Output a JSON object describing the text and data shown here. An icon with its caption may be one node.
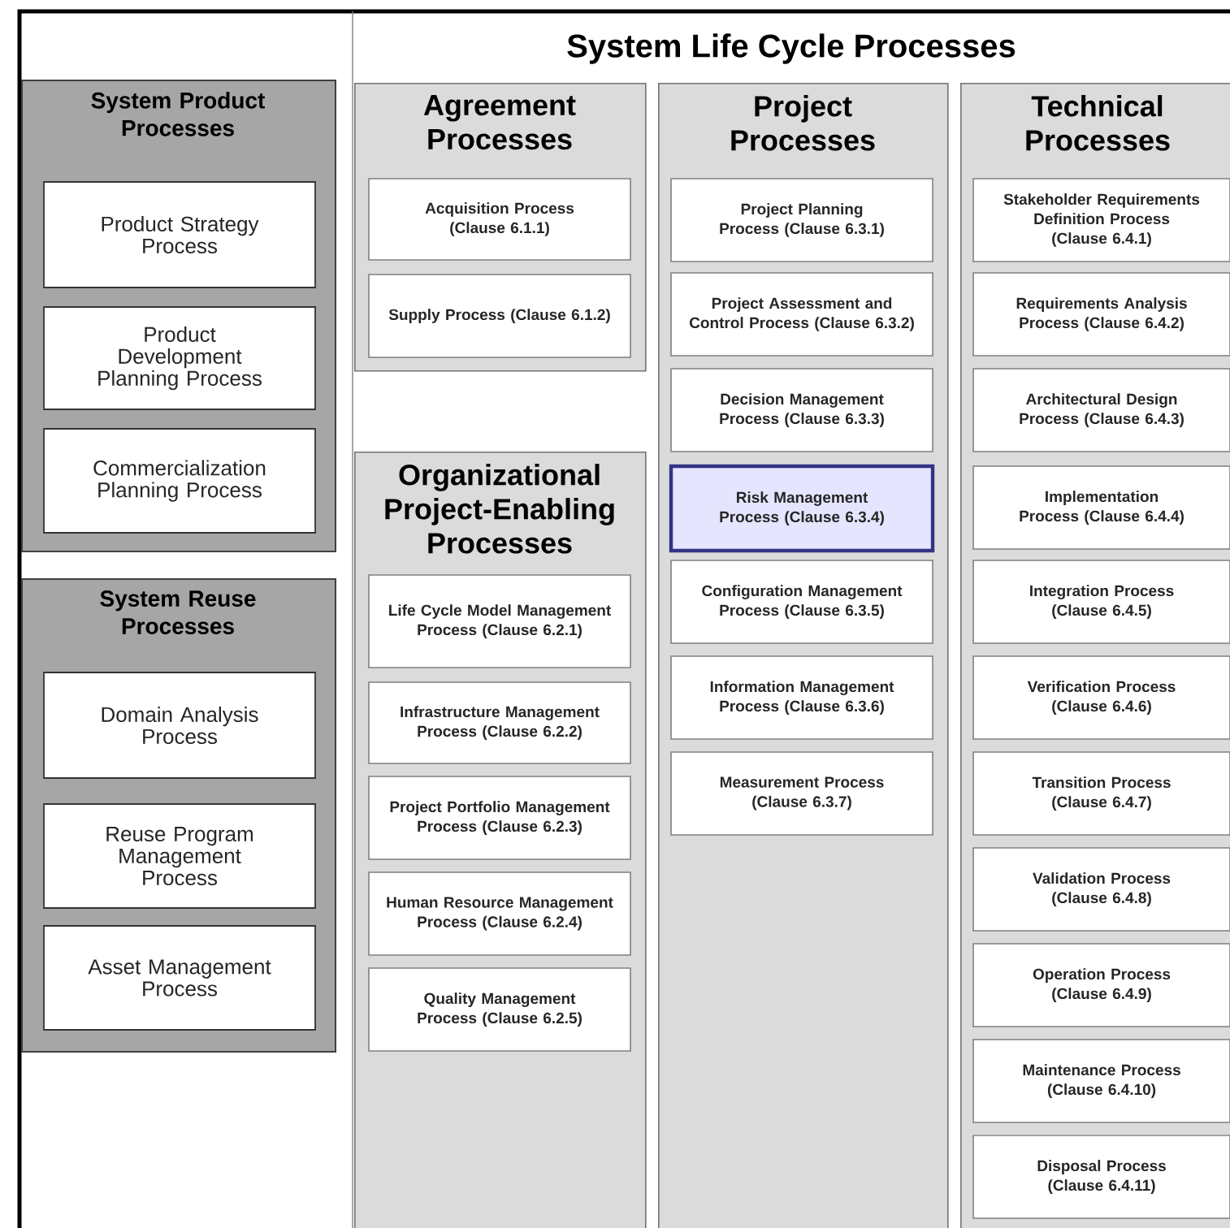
{
  "diagram": {
    "title": "System Life Cycle Processes",
    "nodes": [
      {
        "text": [
          "System Product Processes"
        ]
      },
      {
        "text": [
          "Product Strategy Process"
        ],
        "in": 0
      },
      {
        "text": [
          "Product Development Planning Process"
        ],
        "in": 0
      },
      {
        "text": [
          "Commercialization Planning Process"
        ],
        "in": 0
      },
      {
        "text": [
          "System Reuse Processes"
        ]
      },
      {
        "text": [
          "Domain Analysis Process"
        ],
        "in": 4
      },
      {
        "text": [
          "Reuse Program Management Process"
        ],
        "in": 4
      },
      {
        "text": [
          "Asset Management Process"
        ],
        "in": 4
      },
      {
        "text": [
          "Agreement Processes"
        ]
      },
      {
        "text": [
          "Acquisition Process (Clause 6.1.1)"
        ],
        "in": 8
      },
      {
        "text": [
          "Supply Process (Clause 6.1.2)"
        ],
        "in": 8
      },
      {
        "text": [
          "Organizational Project-Enabling Processes"
        ]
      },
      {
        "text": [
          "Life Cycle Model Management Process (Clause 6.2.1)"
        ],
        "in": 11
      },
      {
        "text": [
          "Infrastructure Management Process (Clause 6.2.2)"
        ],
        "in": 11
      },
      {
        "text": [
          "Project Portfolio Management Process (Clause 6.2.3)"
        ],
        "in": 11
      },
      {
        "text": [
          "Human Resource Management Process (Clause 6.2.4)"
        ],
        "in": 11
      },
      {
        "text": [
          "Quality Management Process (Clause 6.2.5)"
        ],
        "in": 11
      },
      {
        "text": [
          "Project Processes"
        ]
      },
      {
        "text": [
          "Project Planning Process (Clause 6.3.1)"
        ],
        "in": 17
      },
      {
        "text": [
          "Project Assessment and Control Process (Clause 6.3.2)"
        ],
        "in": 17
      },
      {
        "text": [
          "Decision Management Process (Clause 6.3.3)"
        ],
        "in": 17
      },
      {
        "text": [
          "Risk Management Process (Clause 6.3.4)"
        ],
        "in": 17
      },
      {
        "text": [
          "Configuration Management Process (Clause 6.3.5)"
        ],
        "in": 17
      },
      {
        "text": [
          "Information Management Process (Clause 6.3.6)"
        ],
        "in": 17
      },
      {
        "text": [
          "Measurement Process (Clause 6.3.7)"
        ],
        "in": 17
      },
      {
        "text": [
          "Technical Processes"
        ]
      },
      {
        "text": [
          "Stakeholder Requirements Definition Process (Clause 6.4.1)"
        ],
        "in": 25
      },
      {
        "text": [
          "Requirements Analysis Process (Clause 6.4.2)"
        ],
        "in": 25
      },
      {
        "text": [
          "Architectural Design Process (Clause 6.4.3)"
        ],
        "in": 25
      },
      {
        "text": [
          "Implementation Process (Clause 6.4.4)"
        ],
        "in": 25
      },
      {
        "text": [
          "Integration Process (Clause 6.4.5)"
        ],
        "in": 25
      },
      {
        "text": [
          "Verification Process (Clause 6.4.6)"
        ],
        "in": 25
      },
      {
        "text": [
          "Transition Process (Clause 6.4.7)"
        ],
        "in": 25
      },
      {
        "text": [
          "Validation Process (Clause 6.4.8)"
        ],
        "in": 25
      },
      {
        "text": [
          "Operation Process (Clause 6.4.9)"
        ],
        "in": 25
      },
      {
        "text": [
          "Maintenance Process (Clause 6.4.10)"
        ],
        "in": 25
      },
      {
        "text": [
          "Disposal Process (Clause 6.4.11)"
        ],
        "in": 25
      }
    ]
  }
}
